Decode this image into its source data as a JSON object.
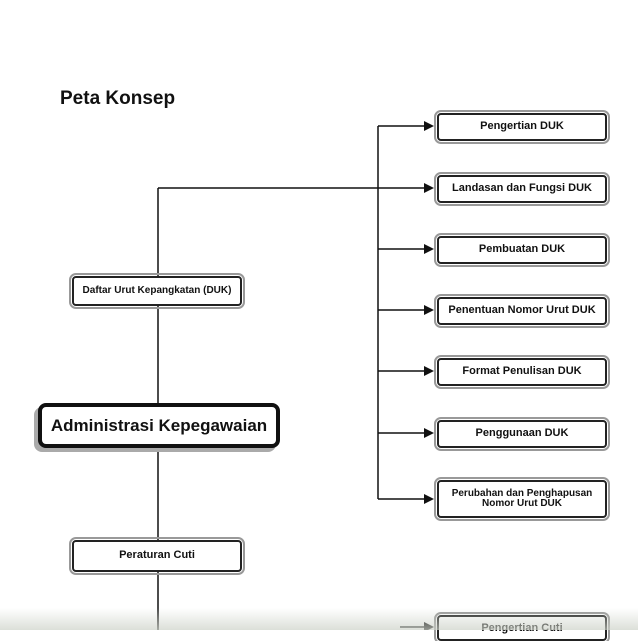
{
  "title": "Peta Konsep",
  "colors": {
    "corner": "#0d3330",
    "line": "#111111"
  },
  "root": "Administrasi Kepegawaian",
  "branch_duk": "Daftar Urut Kepangkatan (DUK)",
  "branch_cuti": "Peraturan Cuti",
  "duk_items": [
    "Pengertian DUK",
    "Landasan dan Fungsi DUK",
    "Pembuatan DUK",
    "Penentuan Nomor Urut DUK",
    "Format Penulisan DUK",
    "Penggunaan DUK",
    "Perubahan dan Penghapusan Nomor Urut DUK"
  ],
  "cuti_items": [
    "Pengertian Cuti"
  ]
}
